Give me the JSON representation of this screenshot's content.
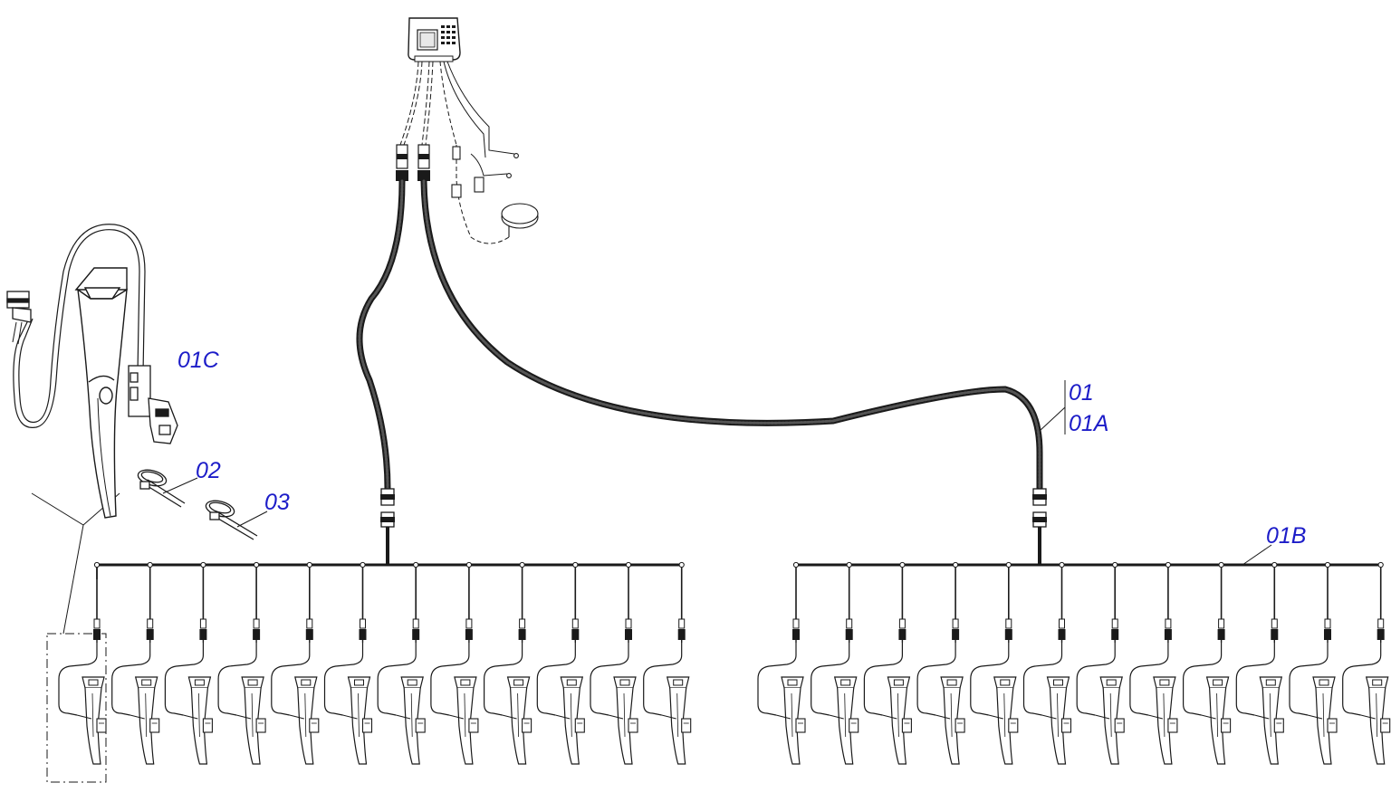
{
  "callouts": {
    "c01": "01",
    "c01A": "01A",
    "c01B": "01B",
    "c01C": "01C",
    "c02": "02",
    "c03": "03"
  },
  "colors": {
    "line": "#1a1a1a",
    "callout": "#1c1cc8",
    "background": "#ffffff"
  },
  "rows": {
    "left_count": 12,
    "right_count": 12
  }
}
